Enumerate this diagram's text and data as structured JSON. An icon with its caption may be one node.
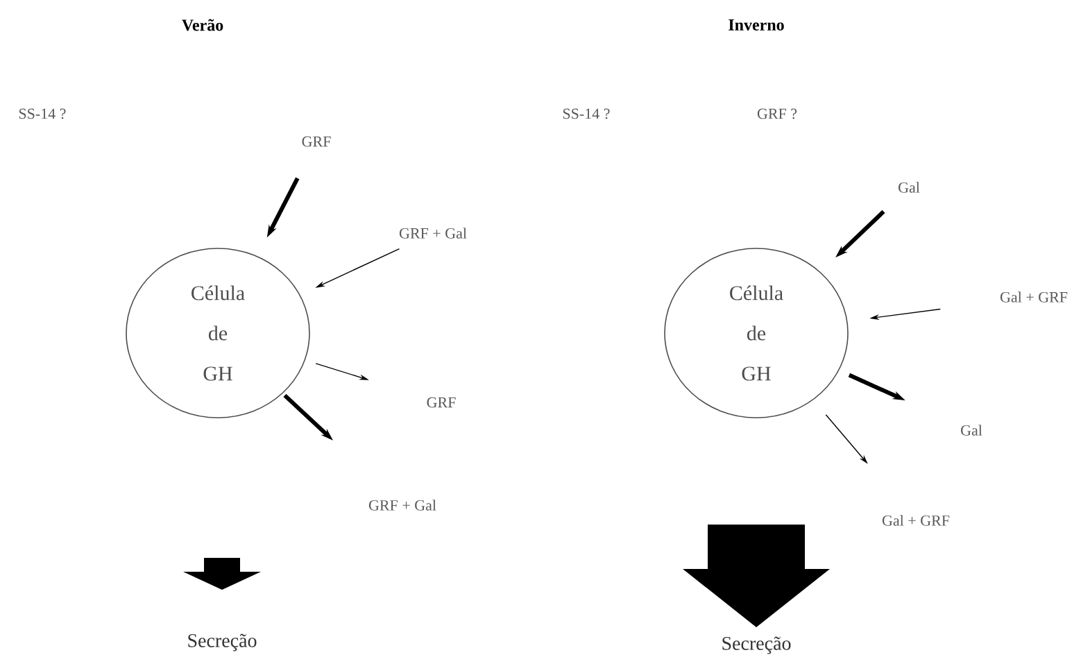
{
  "diagram": {
    "nodes": [
      {
        "text": [
          "Célula de GH"
        ]
      },
      {
        "text": [
          "GRF"
        ]
      },
      {
        "text": [
          "GRF + Gal"
        ]
      },
      {
        "text": [
          "GRF"
        ]
      },
      {
        "text": [
          "GRF + Gal"
        ]
      },
      {
        "text": [
          "Célula de GH"
        ]
      },
      {
        "text": [
          "Gal"
        ]
      },
      {
        "text": [
          "Gal + GRF"
        ]
      },
      {
        "text": [
          "Gal"
        ]
      },
      {
        "text": [
          "Gal + GRF"
        ]
      }
    ],
    "edges": [
      {
        "from": 1,
        "to": 0,
        "arrow": "to",
        "style": "thick"
      },
      {
        "from": 2,
        "to": 0,
        "arrow": "to"
      },
      {
        "from": 0,
        "to": 3,
        "arrow": "to"
      },
      {
        "from": 0,
        "to": 4,
        "arrow": "to",
        "style": "thick"
      },
      {
        "from": 6,
        "to": 5,
        "arrow": "to",
        "style": "thick"
      },
      {
        "from": 7,
        "to": 5,
        "arrow": "to"
      },
      {
        "from": 5,
        "to": 8,
        "arrow": "to",
        "style": "thick"
      },
      {
        "from": 5,
        "to": 9,
        "arrow": "to"
      }
    ],
    "labels": [
      "Verão",
      "Inverno",
      "SS-14 ?",
      "SS-14 ?",
      "GRF ?",
      "Secreção",
      "Secreção"
    ]
  }
}
